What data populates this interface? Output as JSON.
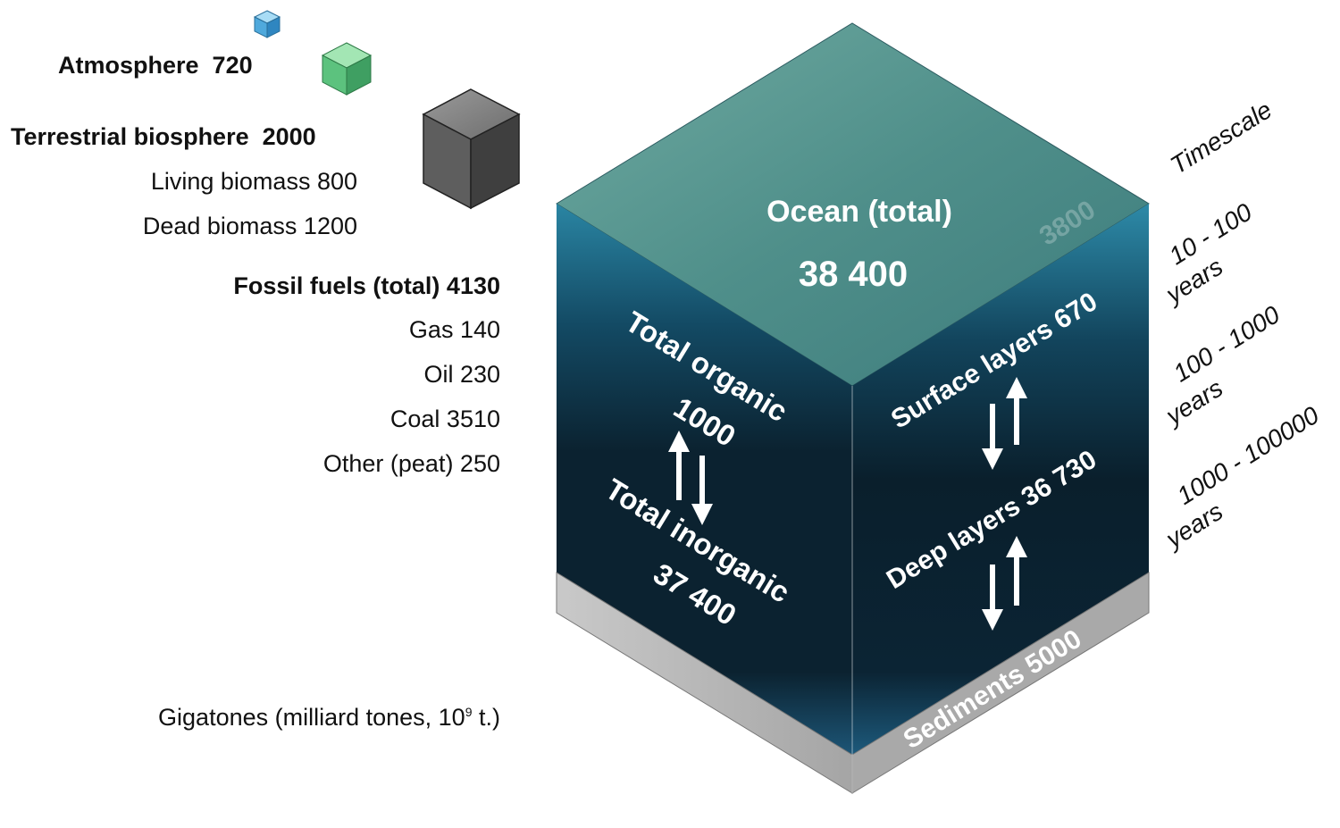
{
  "left_labels": {
    "atmosphere": {
      "label": "Atmosphere",
      "value": "720"
    },
    "terrestrial": {
      "label": "Terrestrial biosphere",
      "value": "2000"
    },
    "living_biomass": "Living biomass  800",
    "dead_biomass": "Dead biomass  1200",
    "fossil": {
      "label": "Fossil fuels (total)",
      "value": "4130"
    },
    "gas": "Gas 140",
    "oil": "Oil 230",
    "coal": "Coal  3510",
    "peat": "Other (peat)  250",
    "units": "Gigatones (milliard tones, 10",
    "units_exp": "9",
    "units_end": " t.)"
  },
  "ocean": {
    "title": "Ocean (total)",
    "total": "38 400",
    "top_watermark": "3800",
    "organic_label": "Total organic",
    "organic_value": "1000",
    "inorganic_label": "Total inorganic",
    "inorganic_value": "37 400",
    "surface": "Surface layers  670",
    "deep": "Deep layers  36 730",
    "sediments": "Sediments  5000"
  },
  "timescale": {
    "title": "Timescale",
    "t1_range": "10 - 100",
    "t1_unit": "years",
    "t2_range": "100 - 1000",
    "t2_unit": "years",
    "t3_range": "1000 - 100000",
    "t3_unit": "years"
  },
  "colors": {
    "ocean_top": "#4f8f8a",
    "ocean_side_dark": "#0b2230",
    "ocean_side_light": "#1f6a8a",
    "sediment": "#b9b9b9",
    "atmosphere_cube": "#5fb7e6",
    "biosphere_cube": "#56c47a",
    "fossil_cube": "#6a6a6a"
  }
}
